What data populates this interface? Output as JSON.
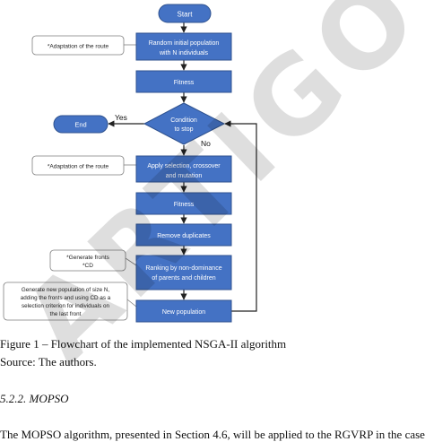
{
  "flowchart": {
    "start": "Start",
    "random_population": [
      "Random initial population",
      "with N individuals"
    ],
    "fitness_1": "Fitness",
    "condition": [
      "Condition",
      "to stop"
    ],
    "end": "End",
    "yes_label": "Yes",
    "no_label": "No",
    "apply_selection": [
      "Apply selection, crossover",
      "and mutation"
    ],
    "fitness_2": "Fitness",
    "remove_duplicates": "Remove duplicates",
    "ranking": [
      "Ranking by non-dominance",
      "of parents and children"
    ],
    "new_population": "New population",
    "note_route_1": "*Adaptation of the route",
    "note_route_2": "*Adaptation of the route",
    "note_fronts": [
      "*Generate fronts",
      "*CD"
    ],
    "note_new_pop": [
      "Generate new population of size N,",
      "adding the fronts and using CD as a",
      "selection criterion for individuals on",
      "the last front"
    ]
  },
  "document": {
    "caption": "Figure 1 – Flowchart of the implemented NSGA-II algorithm",
    "source": "Source: The authors.",
    "section_heading": "5.2.2.  MOPSO",
    "body_text": "The MOPSO algorithm, presented in Section 4.6, will be applied to the RGVRP in the case in"
  },
  "watermark": "ARTIGO ACEITO",
  "colors": {
    "box_fill": "#4472c4",
    "box_stroke": "#2f528f",
    "box_text": "#ffffff",
    "note_stroke": "#7f7f7f",
    "arrow": "#222222"
  }
}
